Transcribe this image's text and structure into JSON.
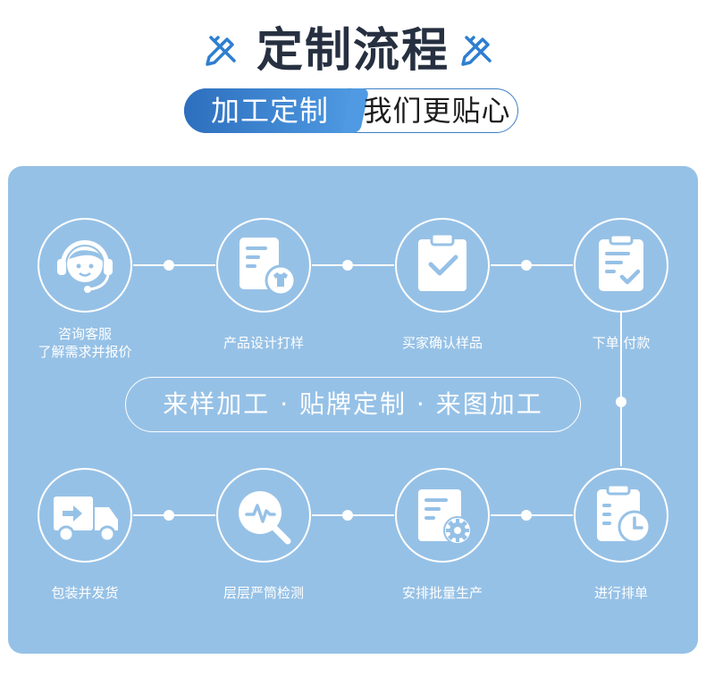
{
  "header": {
    "title": "定制流程",
    "left_icon": "pencil-ruler-icon",
    "right_icon": "pencil-ruler-icon"
  },
  "tagline": {
    "highlight": "加工定制",
    "rest": "我们更贴心"
  },
  "center_banner": "来样加工 · 贴牌定制 · 来图加工",
  "steps": [
    {
      "icon": "headset-agent-icon",
      "line1": "咨询客服",
      "line2": "了解需求并报价"
    },
    {
      "icon": "document-tshirt-icon",
      "line1": "产品设计打样"
    },
    {
      "icon": "clipboard-check-icon",
      "line1": "买家确认样品"
    },
    {
      "icon": "clipboard-checklist-icon",
      "line1": "下单 付款"
    },
    {
      "icon": "clipboard-clock-icon",
      "line1": "进行排单"
    },
    {
      "icon": "document-gear-icon",
      "line1": "安排批量生产"
    },
    {
      "icon": "magnifier-pulse-icon",
      "line1": "层层严筒检测"
    },
    {
      "icon": "delivery-truck-icon",
      "line1": "包装并发货"
    }
  ],
  "colors": {
    "panel": "#96c1e6",
    "accent_blue": "#2d6fbe",
    "title": "#263040"
  }
}
